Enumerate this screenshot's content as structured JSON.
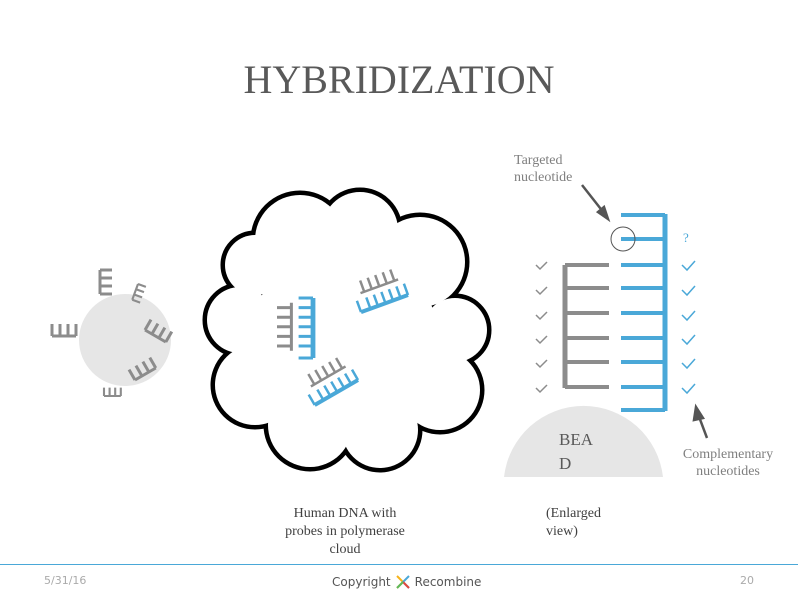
{
  "title": "HYBRIDIZATION",
  "labels": {
    "targeted": [
      "Targeted",
      "nucleotide"
    ],
    "complementary": [
      "Complementary",
      "nucleotides"
    ],
    "bead": [
      "BEA",
      "D"
    ],
    "question": "?",
    "caption_left": [
      "Human DNA with",
      "probes in polymerase",
      "cloud"
    ],
    "caption_right": [
      "(Enlarged",
      "view)"
    ]
  },
  "footer": {
    "date": "5/31/16",
    "copyright": "Copyright",
    "brand": "Recombine",
    "page": "20"
  },
  "colors": {
    "blue": "#4aa8d8",
    "gray": "#8c8c8c",
    "bead": "#e6e6e6"
  }
}
